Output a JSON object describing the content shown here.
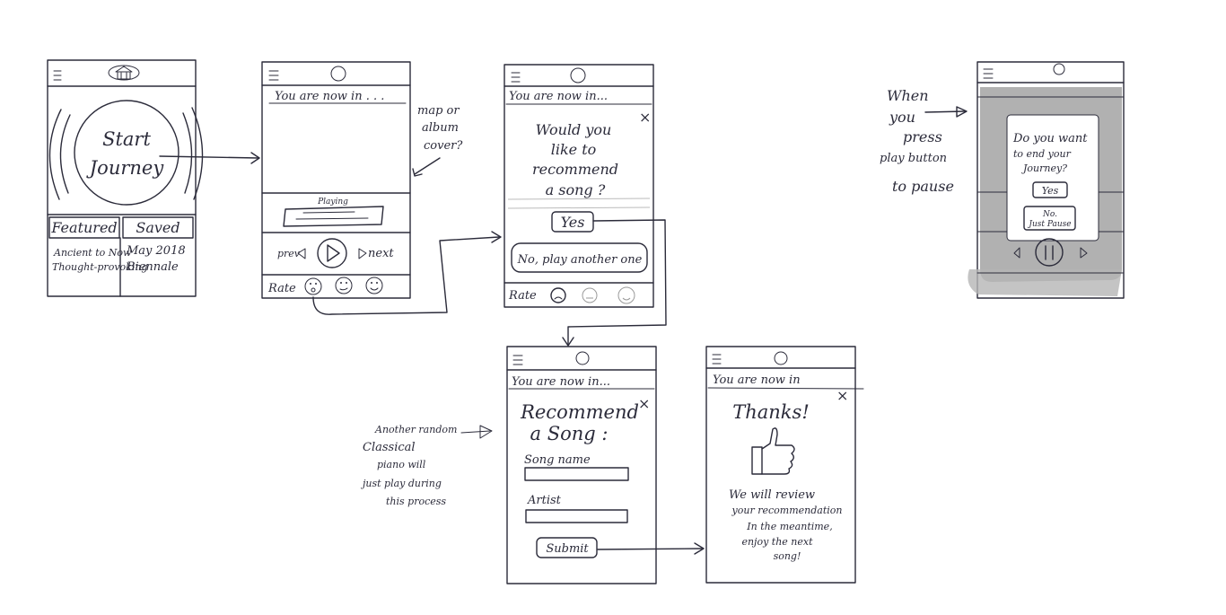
{
  "frame1": {
    "start_line1": "Start",
    "start_line2": "Journey",
    "tab_featured": "Featured",
    "tab_saved": "Saved",
    "featured_line1": "Ancient to Now",
    "featured_line2": "Thought-provoking",
    "saved_line1": "May 2018",
    "saved_line2": "Biennale"
  },
  "frame2": {
    "header": "You are now in . . .",
    "playing": "Playing",
    "prev": "prev",
    "next": "next",
    "rate": "Rate"
  },
  "note_map": {
    "line1": "map or",
    "line2": "album",
    "line3": "cover?"
  },
  "frame3": {
    "header": "You are now in...",
    "q1": "Would you",
    "q2": "like to",
    "q3": "recommend",
    "q4": "a song ?",
    "yes": "Yes",
    "no": "No, play another one",
    "rate": "Rate"
  },
  "note_pause": {
    "line1": "When",
    "line2": "you",
    "line3": "press",
    "line4": "play button",
    "line5": "to pause"
  },
  "frame6": {
    "q1": "Do you want",
    "q2": "to end your",
    "q3": "Journey?",
    "yes": "Yes",
    "no1": "No.",
    "no2": "Just Pause"
  },
  "frame4": {
    "header": "You are now in...",
    "title1": "Recommend",
    "title2": "a Song :",
    "song_label": "Song name",
    "artist_label": "Artist",
    "submit": "Submit"
  },
  "note_piano": {
    "line1": "Another random",
    "line2": "Classical",
    "line3": "piano will",
    "line4": "just play during",
    "line5": "this process"
  },
  "frame5": {
    "header": "You are now in",
    "thanks": "Thanks!",
    "m1": "We will review",
    "m2": "your recommendation",
    "m3": "In the meantime,",
    "m4": "enjoy the next",
    "m5": "song!"
  }
}
